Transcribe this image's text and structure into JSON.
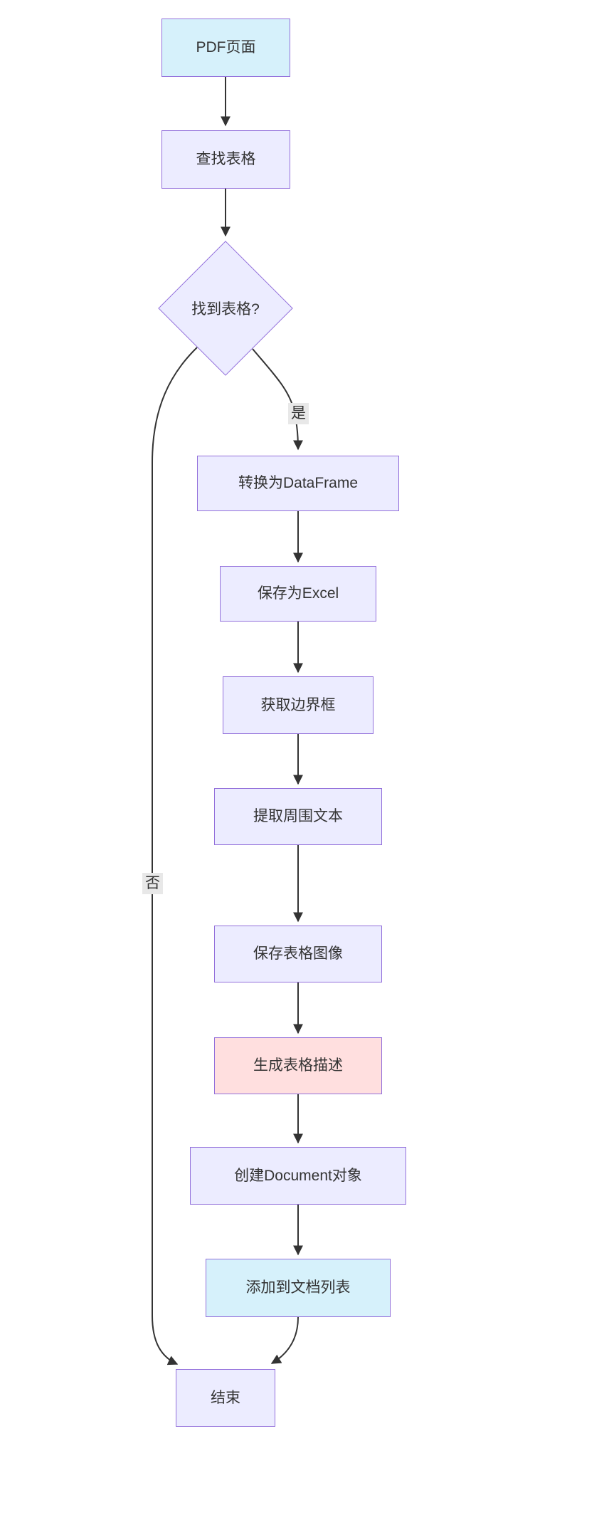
{
  "diagram": {
    "type": "flowchart",
    "direction": "top-down",
    "nodes": [
      {
        "id": "pdf-page",
        "label": "PDF页面",
        "shape": "rect",
        "variant": "cyan"
      },
      {
        "id": "find-tables",
        "label": "查找表格",
        "shape": "rect",
        "variant": "lavender"
      },
      {
        "id": "found-tables",
        "label": "找到表格?",
        "shape": "diamond",
        "variant": "lavender"
      },
      {
        "id": "to-dataframe",
        "label": "转换为DataFrame",
        "shape": "rect",
        "variant": "lavender"
      },
      {
        "id": "save-excel",
        "label": "保存为Excel",
        "shape": "rect",
        "variant": "lavender"
      },
      {
        "id": "get-bbox",
        "label": "获取边界框",
        "shape": "rect",
        "variant": "lavender"
      },
      {
        "id": "extract-text",
        "label": "提取周围文本",
        "shape": "rect",
        "variant": "lavender"
      },
      {
        "id": "save-image",
        "label": "保存表格图像",
        "shape": "rect",
        "variant": "lavender"
      },
      {
        "id": "gen-desc",
        "label": "生成表格描述",
        "shape": "rect",
        "variant": "pink"
      },
      {
        "id": "create-doc",
        "label": "创建Document对象",
        "shape": "rect",
        "variant": "lavender"
      },
      {
        "id": "add-to-list",
        "label": "添加到文档列表",
        "shape": "rect",
        "variant": "cyan"
      },
      {
        "id": "end",
        "label": "结束",
        "shape": "rect",
        "variant": "lavender"
      }
    ],
    "edges": [
      {
        "from": "pdf-page",
        "to": "find-tables",
        "label": ""
      },
      {
        "from": "find-tables",
        "to": "found-tables",
        "label": ""
      },
      {
        "from": "found-tables",
        "to": "to-dataframe",
        "label": "是"
      },
      {
        "from": "found-tables",
        "to": "end",
        "label": "否"
      },
      {
        "from": "to-dataframe",
        "to": "save-excel",
        "label": ""
      },
      {
        "from": "save-excel",
        "to": "get-bbox",
        "label": ""
      },
      {
        "from": "get-bbox",
        "to": "extract-text",
        "label": ""
      },
      {
        "from": "extract-text",
        "to": "save-image",
        "label": ""
      },
      {
        "from": "save-image",
        "to": "gen-desc",
        "label": ""
      },
      {
        "from": "gen-desc",
        "to": "create-doc",
        "label": ""
      },
      {
        "from": "create-doc",
        "to": "add-to-list",
        "label": ""
      },
      {
        "from": "add-to-list",
        "to": "end",
        "label": ""
      }
    ],
    "edge_labels": {
      "yes": "是",
      "no": "否"
    },
    "colors": {
      "lavender": "#ECECFF",
      "cyan": "#d6f1fb",
      "pink": "#ffdfdf",
      "border": "#9370DB",
      "edge": "#333333",
      "labelbg": "#e8e8e8",
      "text": "#333333"
    }
  }
}
